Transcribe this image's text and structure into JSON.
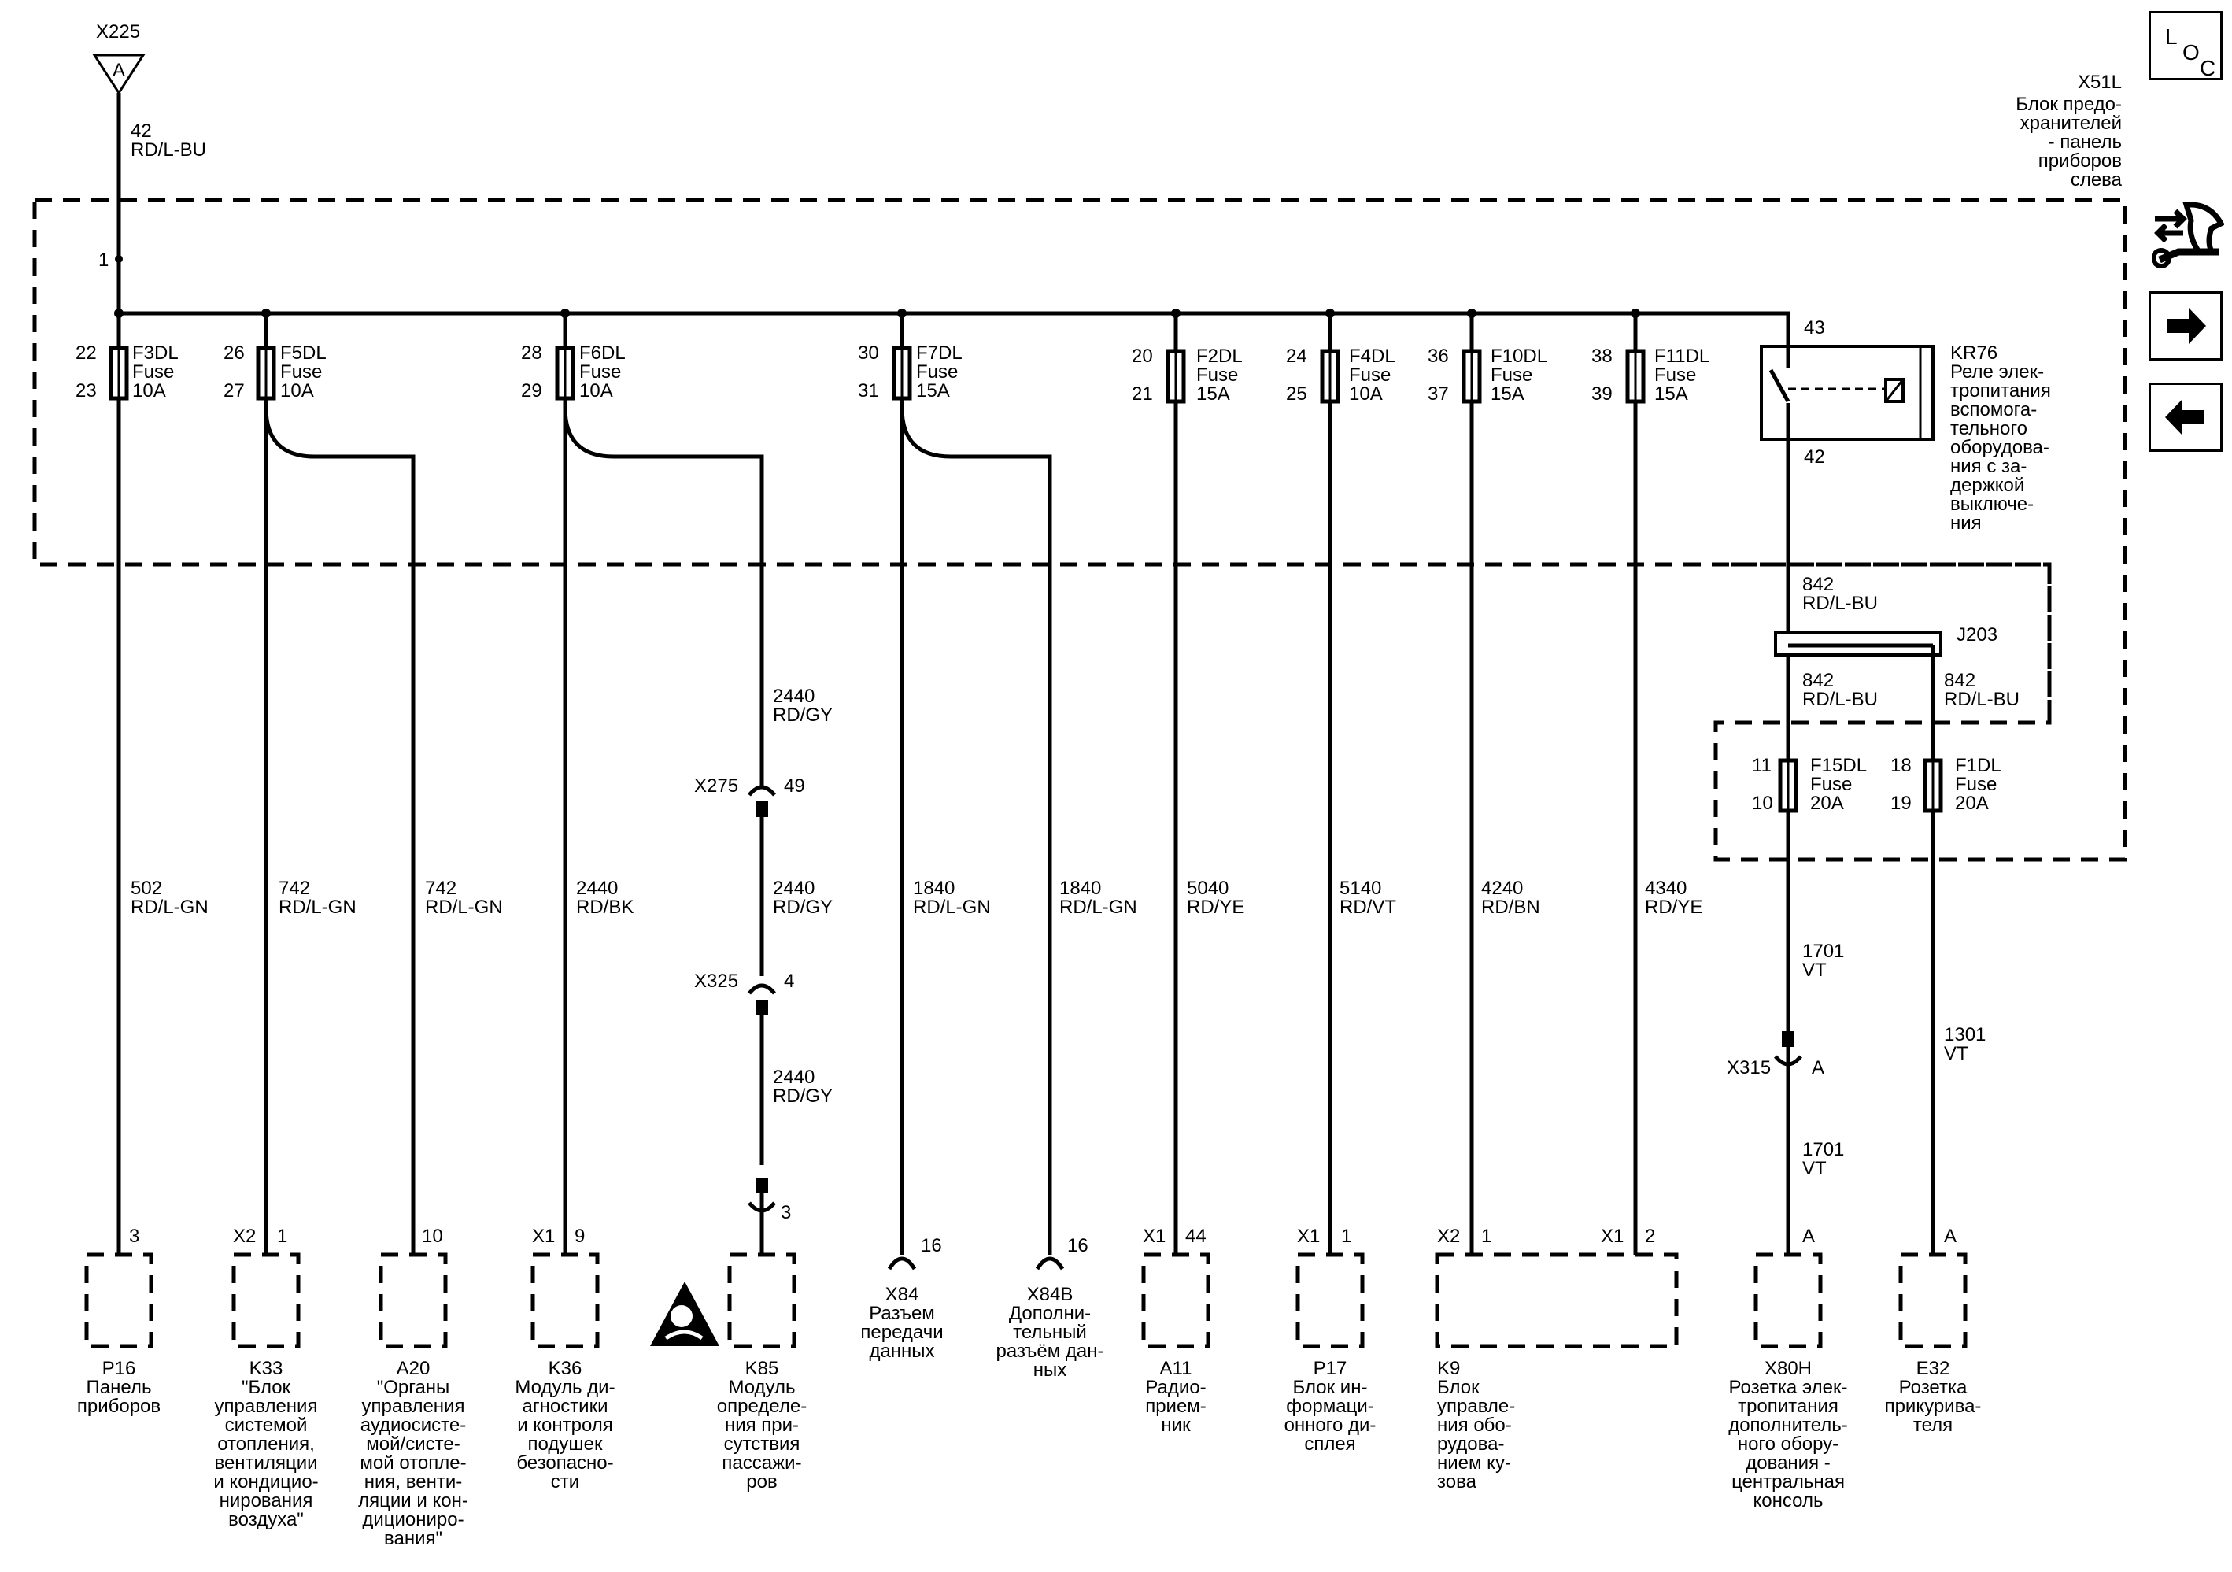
{
  "top_connector": {
    "id": "X225",
    "pin": "A",
    "wire_num": "42",
    "wire_color": "RD/L-BU"
  },
  "fuse_block": {
    "id": "X51L",
    "desc": [
      "Блок предо-",
      "хранителей",
      "- панель",
      "приборов",
      "слева"
    ],
    "bus_pin": "1"
  },
  "fuses": [
    {
      "name": "F3DL",
      "kind": "Fuse",
      "rating": "10A",
      "pin_in": "22",
      "pin_out": "23"
    },
    {
      "name": "F5DL",
      "kind": "Fuse",
      "rating": "10A",
      "pin_in": "26",
      "pin_out": "27"
    },
    {
      "name": "F6DL",
      "kind": "Fuse",
      "rating": "10A",
      "pin_in": "28",
      "pin_out": "29"
    },
    {
      "name": "F7DL",
      "kind": "Fuse",
      "rating": "15A",
      "pin_in": "30",
      "pin_out": "31"
    },
    {
      "name": "F2DL",
      "kind": "Fuse",
      "rating": "15A",
      "pin_in": "20",
      "pin_out": "21"
    },
    {
      "name": "F4DL",
      "kind": "Fuse",
      "rating": "10A",
      "pin_in": "24",
      "pin_out": "25"
    },
    {
      "name": "F10DL",
      "kind": "Fuse",
      "rating": "15A",
      "pin_in": "36",
      "pin_out": "37"
    },
    {
      "name": "F11DL",
      "kind": "Fuse",
      "rating": "15A",
      "pin_in": "38",
      "pin_out": "39"
    },
    {
      "name": "F15DL",
      "kind": "Fuse",
      "rating": "20A",
      "pin_in": "11",
      "pin_out": "10"
    },
    {
      "name": "F1DL",
      "kind": "Fuse",
      "rating": "20A",
      "pin_in": "18",
      "pin_out": "19"
    }
  ],
  "relay": {
    "id": "KR76",
    "pin_top": "43",
    "pin_bottom": "42",
    "desc": [
      "Реле элек-",
      "тропитания",
      "вспомога-",
      "тельного",
      "оборудова-",
      "ния с за-",
      "держкой",
      "выключе-",
      "ния"
    ]
  },
  "splice": {
    "id": "J203"
  },
  "wires": [
    {
      "num": "502",
      "color": "RD/L-GN"
    },
    {
      "num": "742",
      "color": "RD/L-GN"
    },
    {
      "num": "742",
      "color": "RD/L-GN"
    },
    {
      "num": "2440",
      "color": "RD/BK"
    },
    {
      "num": "2440",
      "color": "RD/GY"
    },
    {
      "num": "2440",
      "color": "RD/GY"
    },
    {
      "num": "2440",
      "color": "RD/GY"
    },
    {
      "num": "1840",
      "color": "RD/L-GN"
    },
    {
      "num": "1840",
      "color": "RD/L-GN"
    },
    {
      "num": "5040",
      "color": "RD/YE"
    },
    {
      "num": "5140",
      "color": "RD/VT"
    },
    {
      "num": "4240",
      "color": "RD/BN"
    },
    {
      "num": "4340",
      "color": "RD/YE"
    },
    {
      "num": "842",
      "color": "RD/L-BU"
    },
    {
      "num": "842",
      "color": "RD/L-BU"
    },
    {
      "num": "842",
      "color": "RD/L-BU"
    },
    {
      "num": "1701",
      "color": "VT"
    },
    {
      "num": "1701",
      "color": "VT"
    },
    {
      "num": "1301",
      "color": "VT"
    }
  ],
  "inline_connectors": [
    {
      "id": "X275",
      "pin": "49"
    },
    {
      "id": "X325",
      "pin": "4"
    },
    {
      "id": "X315",
      "pin": "A"
    },
    {
      "id": "",
      "pin": "3"
    }
  ],
  "components": [
    {
      "id": "P16",
      "conn": "",
      "pin": "3",
      "desc": [
        "Панель",
        "приборов"
      ]
    },
    {
      "id": "K33",
      "conn": "X2",
      "pin": "1",
      "desc": [
        "\"Блок",
        "управления",
        "системой",
        "отопления,",
        "вентиляции",
        "и кондицио-",
        "нирования",
        "воздуха\""
      ]
    },
    {
      "id": "A20",
      "conn": "",
      "pin": "10",
      "desc": [
        "\"Органы",
        "управления",
        "аудиосисте-",
        "мой/систе-",
        "мой отопле-",
        "ния, венти-",
        "ляции и кон-",
        "диционирo-",
        "вания\""
      ]
    },
    {
      "id": "K36",
      "conn": "X1",
      "pin": "9",
      "desc": [
        "Модуль ди-",
        "агностики",
        "и контроля",
        "подушек",
        "безопасно-",
        "сти"
      ]
    },
    {
      "id": "K85",
      "conn": "",
      "pin": "3",
      "desc": [
        "Модуль",
        "определе-",
        "ния при-",
        "сутствия",
        "пассажи-",
        "ров"
      ]
    },
    {
      "id": "X84",
      "conn": "",
      "pin": "16",
      "desc": [
        "Разъем",
        "передачи",
        "данных"
      ]
    },
    {
      "id": "X84B",
      "conn": "",
      "pin": "16",
      "desc": [
        "Дополни-",
        "тельный",
        "разъём дан-",
        "ных"
      ]
    },
    {
      "id": "A11",
      "conn": "X1",
      "pin": "44",
      "desc": [
        "Радио-",
        "прием-",
        "ник"
      ]
    },
    {
      "id": "P17",
      "conn": "X1",
      "pin": "1",
      "desc": [
        "Блок ин-",
        "формаци-",
        "онного ди-",
        "сплея"
      ]
    },
    {
      "id": "K9",
      "conn": "X2",
      "pin": "1",
      "conn2": "X1",
      "pin2": "2",
      "desc": [
        "Блок",
        "управле-",
        "ния обо-",
        "рудова-",
        "нием ку-",
        "зова"
      ]
    },
    {
      "id": "X80H",
      "conn": "",
      "pin": "A",
      "desc": [
        "Розетка элек-",
        "тропитания",
        "дополнитель-",
        "ного обору-",
        "дования -",
        "центральная",
        "консоль"
      ]
    },
    {
      "id": "E32",
      "conn": "",
      "pin": "A",
      "desc": [
        "Розетка",
        "прикурива-",
        "теля"
      ]
    }
  ],
  "nav": {
    "loc": {
      "l": "L",
      "o": "O",
      "c": "C"
    },
    "icons": [
      "wiring-tools-icon",
      "arrow-right-icon",
      "arrow-left-icon"
    ]
  }
}
